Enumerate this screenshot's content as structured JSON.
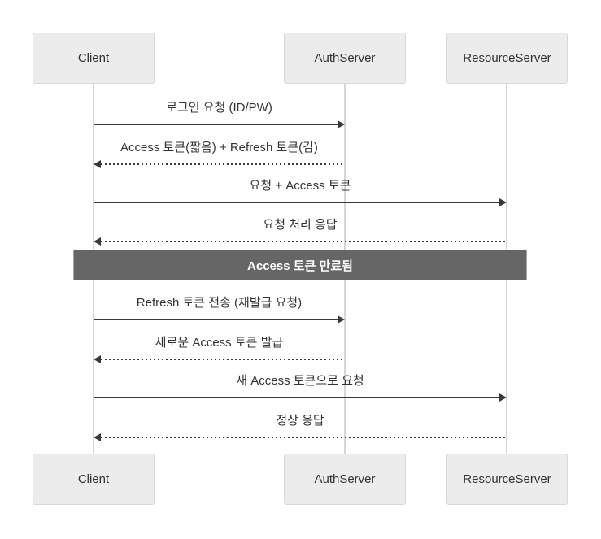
{
  "diagram": {
    "type": "sequence",
    "actors": [
      {
        "name": "Client"
      },
      {
        "name": "AuthServer"
      },
      {
        "name": "ResourceServer"
      }
    ],
    "messages": [
      {
        "from": "Client",
        "to": "AuthServer",
        "line": "solid",
        "label": "로그인 요청 (ID/PW)"
      },
      {
        "from": "AuthServer",
        "to": "Client",
        "line": "dotted",
        "label": "Access 토큰(짧음) + Refresh 토큰(김)"
      },
      {
        "from": "Client",
        "to": "ResourceServer",
        "line": "solid",
        "label": "요청 + Access 토큰"
      },
      {
        "from": "ResourceServer",
        "to": "Client",
        "line": "dotted",
        "label": "요청 처리 응답"
      },
      {
        "from": "Client",
        "to": "AuthServer",
        "line": "solid",
        "label": "Refresh 토큰 전송 (재발급 요청)"
      },
      {
        "from": "AuthServer",
        "to": "Client",
        "line": "dotted",
        "label": "새로운 Access 토큰 발급"
      },
      {
        "from": "Client",
        "to": "ResourceServer",
        "line": "solid",
        "label": "새 Access 토큰으로 요청"
      },
      {
        "from": "ResourceServer",
        "to": "Client",
        "line": "dotted",
        "label": "정상 응답"
      }
    ],
    "note": {
      "scope": "all-actors",
      "label": "Access 토큰 만료됨"
    },
    "colors": {
      "background": "#ffffff",
      "actor_fill": "#ececec",
      "actor_border": "#d8d8d8",
      "text": "#333333",
      "arrow": "#393939",
      "lifeline": "#d6d6d6",
      "note_fill": "#666666",
      "note_border": "#a3a3a3",
      "note_text": "#ffffff"
    }
  }
}
